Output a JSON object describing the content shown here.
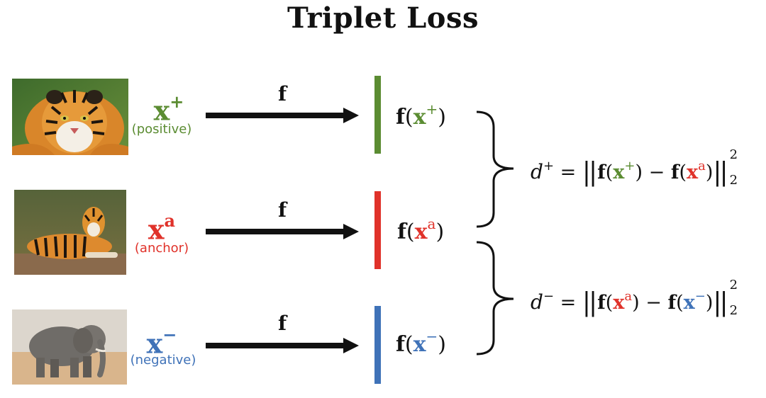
{
  "title": "Triplet Loss",
  "colors": {
    "positive": "#5b8c32",
    "anchor": "#e0322a",
    "negative": "#3f72b8",
    "arrow": "#111111"
  },
  "rows": [
    {
      "symbol": "x",
      "sup": "+",
      "caption": "(positive)",
      "function_label": "f",
      "output_f": "f",
      "output_sup": "+",
      "image": "tiger-face-photo"
    },
    {
      "symbol": "x",
      "sup": "a",
      "caption": "(anchor)",
      "function_label": "f",
      "output_f": "f",
      "output_sup": "a",
      "image": "lying-tiger-photo"
    },
    {
      "symbol": "x",
      "sup": "−",
      "caption": "(negative)",
      "function_label": "f",
      "output_f": "f",
      "output_sup": "−",
      "image": "elephant-photo"
    }
  ],
  "formulas": {
    "positive": {
      "d": "d",
      "d_sup": "+",
      "eq": " = ",
      "f": "f",
      "x": "x",
      "sup_a": "+",
      "sup_b": "a",
      "minus": " − ",
      "power": "2",
      "sub": "2"
    },
    "negative": {
      "d": "d",
      "d_sup": "−",
      "eq": " = ",
      "f": "f",
      "x": "x",
      "sup_a": "a",
      "sup_b": "−",
      "minus": " − ",
      "power": "2",
      "sub": "2"
    }
  }
}
